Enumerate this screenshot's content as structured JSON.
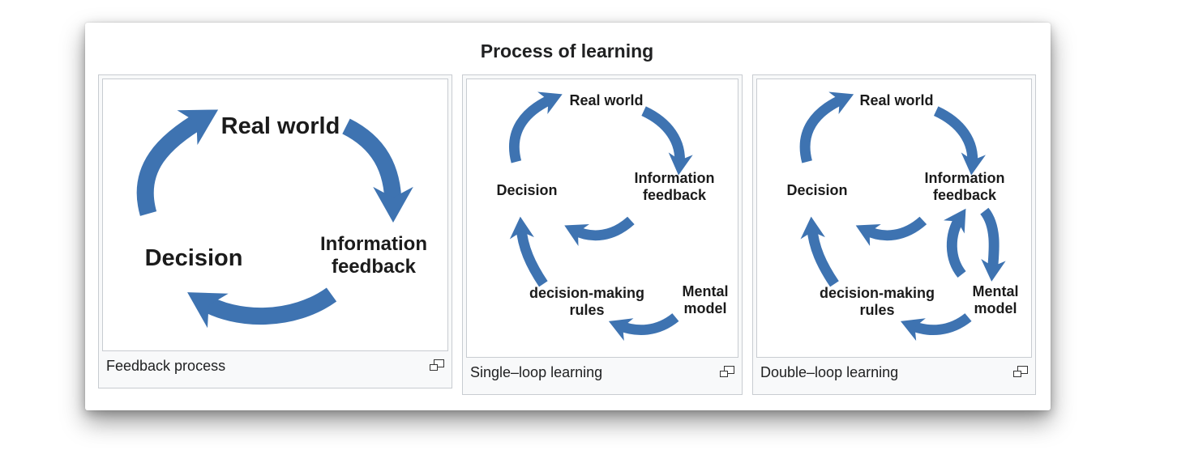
{
  "page": {
    "title": "Process of learning"
  },
  "colors": {
    "arrow": "#3e73b1",
    "panel_border": "#c8ccd1",
    "panel_bg": "#f8f9fa",
    "image_bg": "#ffffff",
    "caption_text": "#202122",
    "label_text": "#1b1b1b"
  },
  "icons": {
    "enlarge": "two-overlapping-rectangles"
  },
  "panels": [
    {
      "caption": "Feedback process",
      "labels": {
        "real_world": "Real world",
        "information_feedback": "Information feedback",
        "decision": "Decision"
      }
    },
    {
      "caption": "Single–loop learning",
      "labels": {
        "real_world": "Real world",
        "information_feedback": "Information feedback",
        "decision": "Decision",
        "decision_making_rules": "decision-making rules",
        "mental_model": "Mental model"
      }
    },
    {
      "caption": "Double–loop learning",
      "labels": {
        "real_world": "Real world",
        "information_feedback": "Information feedback",
        "decision": "Decision",
        "decision_making_rules": "decision-making rules",
        "mental_model": "Mental model"
      }
    }
  ]
}
